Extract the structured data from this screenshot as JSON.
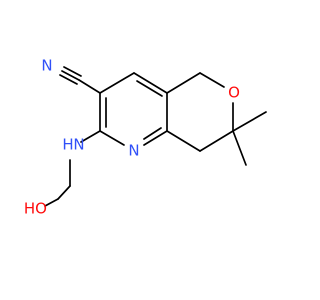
{
  "molecule": {
    "atoms": {
      "nitrile_n": "N",
      "pyridine_n": "N",
      "amine_nh": "H",
      "amine_n": "N",
      "ring_o": "O",
      "hydroxyl_ho": "HO"
    },
    "colors": {
      "carbon_bonds": "#000000",
      "nitrogen": "#3050F8",
      "oxygen": "#FF0D0D",
      "background": "#FFFFFF"
    }
  }
}
